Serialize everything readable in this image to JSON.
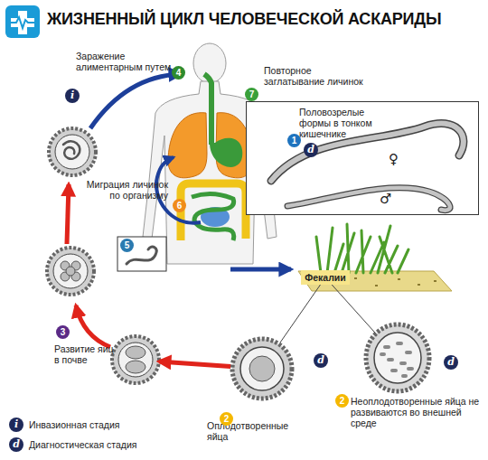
{
  "diagram": {
    "title": "ЖИЗНЕННЫЙ ЦИКЛ ЧЕЛОВЕЧЕСКОЙ АСКАРИДЫ",
    "nodes": [
      {
        "text": [
          "Половозрелые формы в тонком кишечнике"
        ]
      },
      {
        "text": [
          "Фекалии"
        ]
      },
      {
        "text": [
          "Оплодотворенные яйца"
        ]
      },
      {
        "text": [
          "Неоплодотворенные яйца не развиваются во внешней среде"
        ]
      },
      {
        "text": [
          "Развитие яиц в почве"
        ]
      }
    ],
    "edges": [
      {
        "from": 1,
        "to": 2,
        "arrow": "none"
      },
      {
        "from": 1,
        "to": 3,
        "arrow": "none"
      },
      {
        "from": 2,
        "to": 4,
        "arrow": "to"
      }
    ],
    "labels": [
      "Заражение алиментарным путем",
      "4",
      "Повторное заглатывание личинок",
      "7",
      "i",
      "1",
      "d",
      "♀",
      "♂",
      "Миграция личинок по организму",
      "6",
      "5",
      "3",
      "2",
      "d",
      "2",
      "d",
      "i",
      "d"
    ],
    "legend": [
      {
        "text": "Инвазионная стадия"
      },
      {
        "text": "Диагностическая стадия"
      }
    ]
  }
}
